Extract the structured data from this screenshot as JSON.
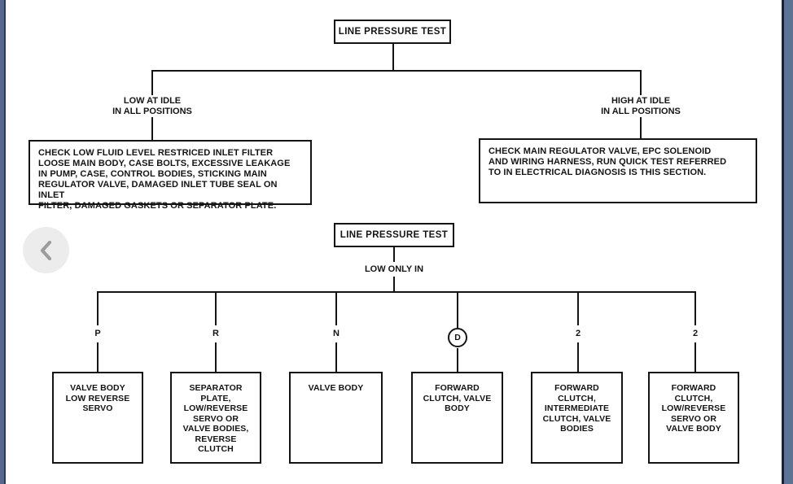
{
  "page": {
    "background": "#ffffff",
    "line_color": "#141414",
    "left_band_color": "#56698a",
    "right_band_color": "#5d7394",
    "band_edge_color": "#16233a"
  },
  "carousel": {
    "prev_button": {
      "icon": "chevron-left-icon",
      "circle_color": "#ececec",
      "chevron_color": "#9c9c9c"
    }
  },
  "flowchart": {
    "top": {
      "root_label": "LINE PRESSURE TEST",
      "branches": [
        {
          "condition": "LOW AT IDLE\nIN ALL POSITIONS",
          "result": "CHECK LOW FLUID LEVEL RESTRICED INLET FILTER\nLOOSE MAIN BODY, CASE BOLTS, EXCESSIVE LEAKAGE\nIN PUMP, CASE, CONTROL BODIES, STICKING MAIN\nREGULATOR VALVE, DAMAGED INLET TUBE SEAL ON INLET\nFILTER, DAMAGED GASKETS OR SEPARATOR PLATE."
        },
        {
          "condition": "HIGH AT IDLE\nIN ALL POSITIONS",
          "result": "CHECK MAIN REGULATOR VALVE, EPC SOLENOID\nAND WIRING HARNESS, RUN QUICK TEST REFERRED\nTO IN ELECTRICAL DIAGNOSIS IS THIS SECTION."
        }
      ]
    },
    "bottom": {
      "root_label": "LINE PRESSURE TEST",
      "condition_label": "LOW ONLY IN",
      "branches": [
        {
          "gear": "P",
          "circled": false,
          "result": "VALVE BODY\nLOW REVERSE\nSERVO"
        },
        {
          "gear": "R",
          "circled": false,
          "result": "SEPARATOR\nPLATE,\nLOW/REVERSE\nSERVO OR\nVALVE BODIES,\nREVERSE\nCLUTCH"
        },
        {
          "gear": "N",
          "circled": false,
          "result": "VALVE BODY"
        },
        {
          "gear": "D",
          "circled": true,
          "result": "FORWARD\nCLUTCH, VALVE\nBODY"
        },
        {
          "gear": "2",
          "circled": false,
          "result": "FORWARD\nCLUTCH,\nINTERMEDIATE\nCLUTCH, VALVE\nBODIES"
        },
        {
          "gear": "2",
          "circled": false,
          "result": "FORWARD\nCLUTCH,\nLOW/REVERSE\nSERVO OR\nVALVE BODY"
        }
      ]
    }
  }
}
